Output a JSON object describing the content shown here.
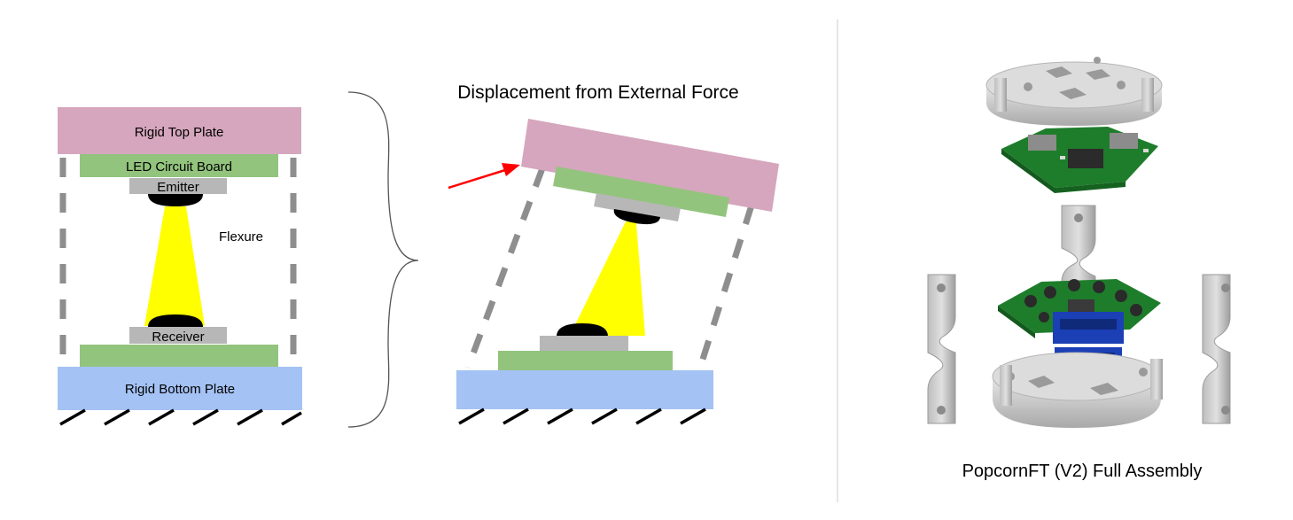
{
  "left_diagram": {
    "top_plate": "Rigid Top Plate",
    "led_board": "LED Circuit Board",
    "emitter": "Emitter",
    "flexure": "Flexure",
    "receiver": "Receiver",
    "bottom_plate": "Rigid Bottom Plate"
  },
  "middle_diagram": {
    "title": "Displacement from External Force"
  },
  "right_panel": {
    "caption": "PopcornFT (V2) Full Assembly"
  },
  "colors": {
    "top_plate": "#d5a6bd",
    "circuit_board": "#93c47d",
    "bottom_plate": "#a4c2f4",
    "component": "#b7b7b7",
    "light_beam": "#ffff00",
    "force_arrow": "#ff0000",
    "pcb": "#1f7a2a",
    "metal": "#cfcfcf"
  }
}
